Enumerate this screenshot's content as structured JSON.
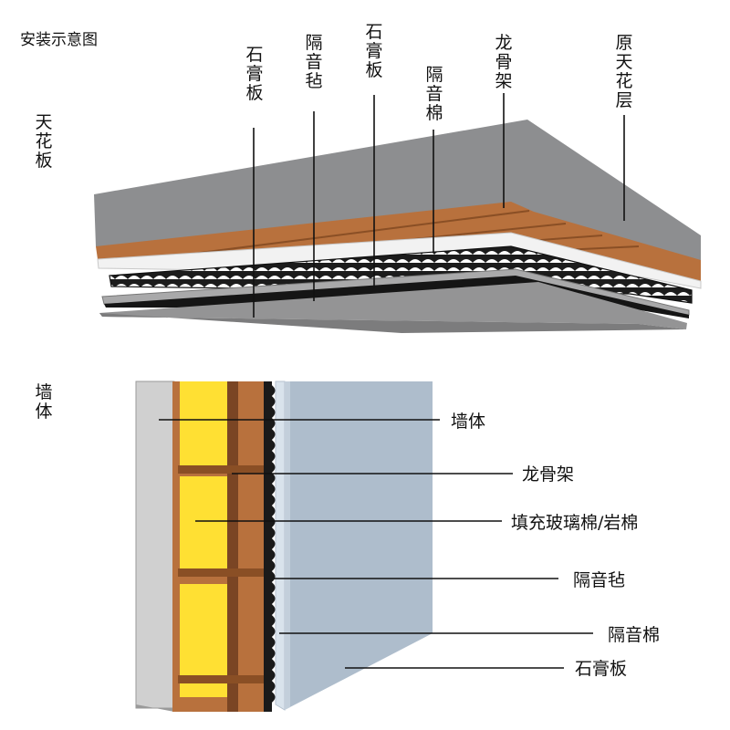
{
  "title": "安装示意图",
  "ceiling": {
    "section_label": "天花板",
    "callouts": [
      "石膏板",
      "隔音毡",
      "石膏板",
      "隔音棉",
      "龙骨架",
      "原天花层"
    ]
  },
  "wall": {
    "section_label": "墙体",
    "callouts": [
      "墙体",
      "龙骨架",
      "填充玻璃棉/岩棉",
      "隔音毡",
      "隔音棉",
      "石膏板"
    ]
  },
  "colors": {
    "gypsum_gray": "#8f8f90",
    "wood_frame": "#b8713d",
    "glass_wool_yellow": "#ffe033",
    "acoustic_felt": "#1a1a1a",
    "acoustic_panel_blue": "#aebdcc",
    "wall_gray": "#cfcfcf"
  }
}
